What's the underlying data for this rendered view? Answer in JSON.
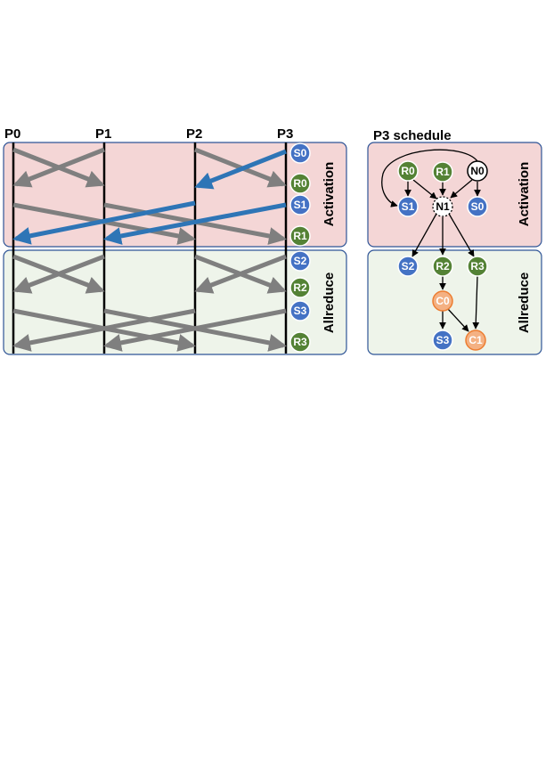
{
  "timeline": {
    "process_labels": [
      "P0",
      "P1",
      "P2",
      "P3"
    ],
    "sections": [
      {
        "label": "Activation"
      },
      {
        "label": "Allreduce"
      }
    ],
    "p3_ops": [
      {
        "label": "S0",
        "kind": "send"
      },
      {
        "label": "R0",
        "kind": "recv"
      },
      {
        "label": "S1",
        "kind": "send"
      },
      {
        "label": "R1",
        "kind": "recv"
      },
      {
        "label": "S2",
        "kind": "send"
      },
      {
        "label": "R2",
        "kind": "recv"
      },
      {
        "label": "S3",
        "kind": "send"
      },
      {
        "label": "R3",
        "kind": "recv"
      }
    ]
  },
  "schedule": {
    "title": "P3 schedule",
    "sections": [
      {
        "label": "Activation"
      },
      {
        "label": "Allreduce"
      }
    ],
    "nodes": [
      {
        "id": "R0",
        "kind": "recv"
      },
      {
        "id": "R1",
        "kind": "recv"
      },
      {
        "id": "N0",
        "kind": "null"
      },
      {
        "id": "S1",
        "kind": "send"
      },
      {
        "id": "N1",
        "kind": "null-dashed"
      },
      {
        "id": "S0",
        "kind": "send"
      },
      {
        "id": "S2",
        "kind": "send"
      },
      {
        "id": "R2",
        "kind": "recv"
      },
      {
        "id": "R3",
        "kind": "recv"
      },
      {
        "id": "C0",
        "kind": "compute"
      },
      {
        "id": "S3",
        "kind": "send"
      },
      {
        "id": "C1",
        "kind": "compute"
      }
    ],
    "edges": [
      {
        "from": "R0",
        "to": "S1"
      },
      {
        "from": "R0",
        "to": "N1"
      },
      {
        "from": "R1",
        "to": "N1"
      },
      {
        "from": "N0",
        "to": "N1"
      },
      {
        "from": "N0",
        "to": "S0"
      },
      {
        "from": "N0",
        "to": "S1"
      },
      {
        "from": "N1",
        "to": "S2"
      },
      {
        "from": "N1",
        "to": "R2"
      },
      {
        "from": "N1",
        "to": "R3"
      },
      {
        "from": "R2",
        "to": "C0"
      },
      {
        "from": "C0",
        "to": "S3"
      },
      {
        "from": "C0",
        "to": "C1"
      },
      {
        "from": "R3",
        "to": "C1"
      }
    ]
  },
  "colors": {
    "send": "#4472c4",
    "recv": "#548235",
    "compute": "#f4b183",
    "compute_stroke": "#ed7d31",
    "activation_bg": "#f4d6d6",
    "allreduce_bg": "#eef4ea",
    "panel_border": "#2f5597",
    "gray_arrow": "#7f7f7f",
    "blue_arrow": "#2e75b6"
  }
}
